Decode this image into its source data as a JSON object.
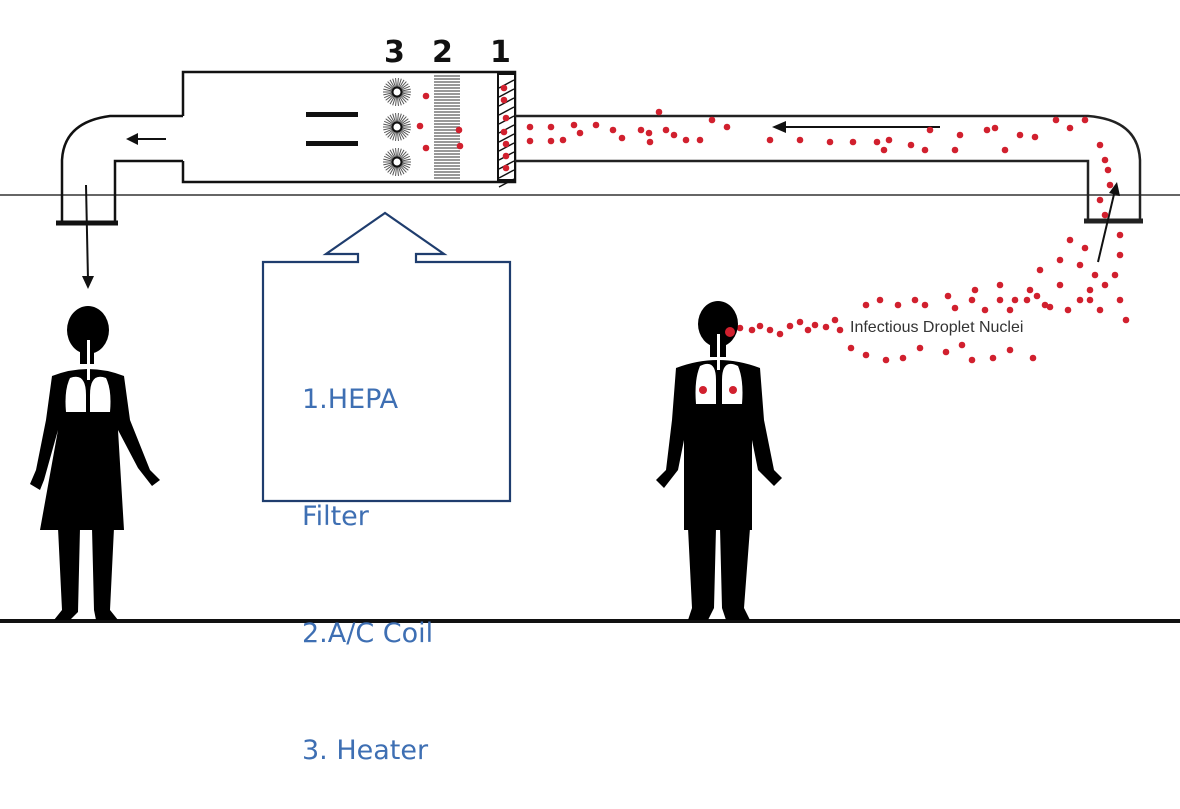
{
  "diagram": {
    "title": "Airborne infection control via HVAC with HEPA filtration",
    "component_numbers": [
      "3",
      "2",
      "1"
    ],
    "legend": {
      "lines": [
        "1.HEPA",
        "Filter",
        "2.A/C Coil",
        "3. Heater"
      ]
    },
    "droplet_label": "Infectious Droplet Nuclei",
    "colors": {
      "duct_line": "#111111",
      "ceiling_line": "#555555",
      "legend_border": "#1f3d6e",
      "legend_text": "#3e6fb3",
      "droplet": "#d1202e",
      "silhouette": "#000000"
    },
    "people": [
      {
        "name": "healthy-person",
        "role": "receives filtered air"
      },
      {
        "name": "infected-person",
        "role": "exhales infectious droplets"
      }
    ]
  }
}
